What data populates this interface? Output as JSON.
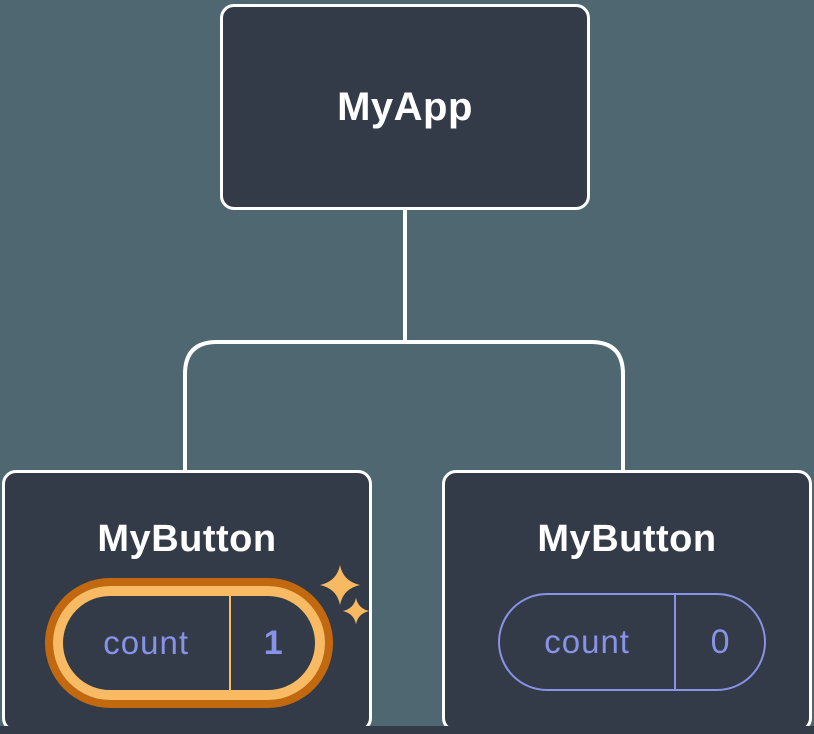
{
  "colors": {
    "background": "#4E6770",
    "card": "#343B48",
    "line": "#FFFFFF",
    "text-primary": "#FFFFFF",
    "state-purple": "#8892E6",
    "highlight-outer": "#C2690F",
    "highlight-inner": "#F8BA62",
    "sparkle": "#F7BA62"
  },
  "tree": {
    "root": {
      "label": "MyApp"
    },
    "children": [
      {
        "label": "MyButton",
        "state": {
          "key": "count",
          "value": "1"
        },
        "highlighted": true,
        "highlight_icon": "sparkles"
      },
      {
        "label": "MyButton",
        "state": {
          "key": "count",
          "value": "0"
        },
        "highlighted": false
      }
    ]
  }
}
